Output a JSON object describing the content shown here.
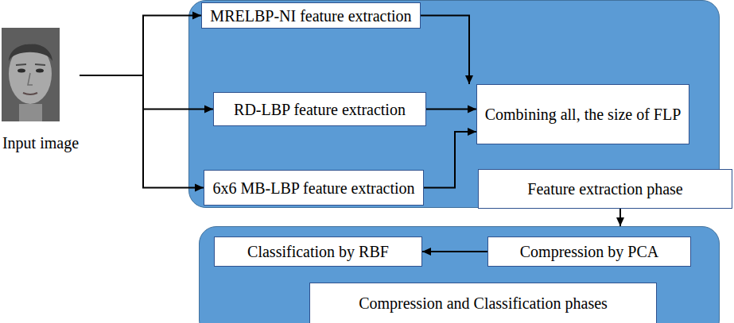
{
  "diagram": {
    "nodes": [
      {
        "text": [
          "Input image"
        ]
      },
      {
        "text": [
          "Feature extraction phase"
        ]
      },
      {
        "text": [
          "MRELBP-NI feature extraction"
        ],
        "in": 1
      },
      {
        "text": [
          "RD-LBP feature extraction"
        ],
        "in": 1
      },
      {
        "text": [
          "6x6 MB-LBP feature extraction"
        ],
        "in": 1
      },
      {
        "text": [
          "Combining all, the size of FLP"
        ],
        "in": 1
      },
      {
        "text": [
          "Compression and Classification phases"
        ]
      },
      {
        "text": [
          "Classification by RBF"
        ],
        "in": 6
      },
      {
        "text": [
          "Compression by PCA"
        ],
        "in": 6
      }
    ],
    "edges": [
      {
        "from": 0,
        "to": 2,
        "arrow": "to"
      },
      {
        "from": 0,
        "to": 3,
        "arrow": "to"
      },
      {
        "from": 0,
        "to": 4,
        "arrow": "to"
      },
      {
        "from": 2,
        "to": 5,
        "arrow": "to"
      },
      {
        "from": 3,
        "to": 5,
        "arrow": "to"
      },
      {
        "from": 4,
        "to": 5,
        "arrow": "to"
      },
      {
        "from": 1,
        "to": 6,
        "arrow": "to"
      },
      {
        "from": 8,
        "to": 7,
        "arrow": "to"
      }
    ]
  }
}
